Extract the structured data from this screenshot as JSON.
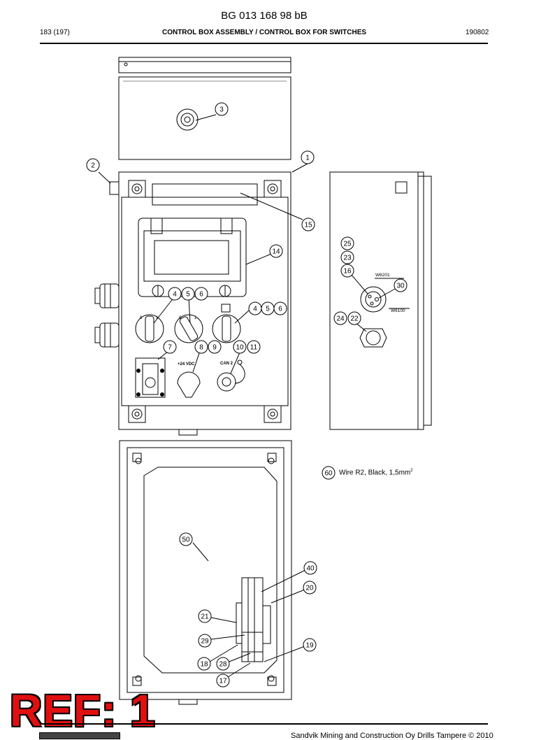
{
  "document": {
    "title": "BG 013 168 98 bB",
    "page": "183 (197)",
    "heading": "CONTROL BOX ASSEMBLY / CONTROL BOX FOR SWITCHES",
    "date_code": "190802",
    "ref_stamp": "REF: 1",
    "footer": "Sandvik Mining and Construction Oy Drills Tampere © 2010"
  },
  "callouts": [
    "1",
    "2",
    "3",
    "4",
    "5",
    "6",
    "7",
    "8",
    "9",
    "10",
    "11",
    "14",
    "15",
    "16",
    "17",
    "18",
    "19",
    "20",
    "21",
    "22",
    "23",
    "24",
    "25",
    "28",
    "29",
    "30",
    "40",
    "50",
    "60"
  ],
  "drawing_labels": {
    "switch_off": "0",
    "switch_on": "1",
    "power_label": "+24 VDC",
    "can_label": "CAN 2",
    "wire_w6201": "W6201",
    "wire_w6100": "W6100"
  },
  "wire_note": {
    "number": "60",
    "text": "Wire R2, Black, 1,5mm",
    "unit_sup": "2"
  }
}
